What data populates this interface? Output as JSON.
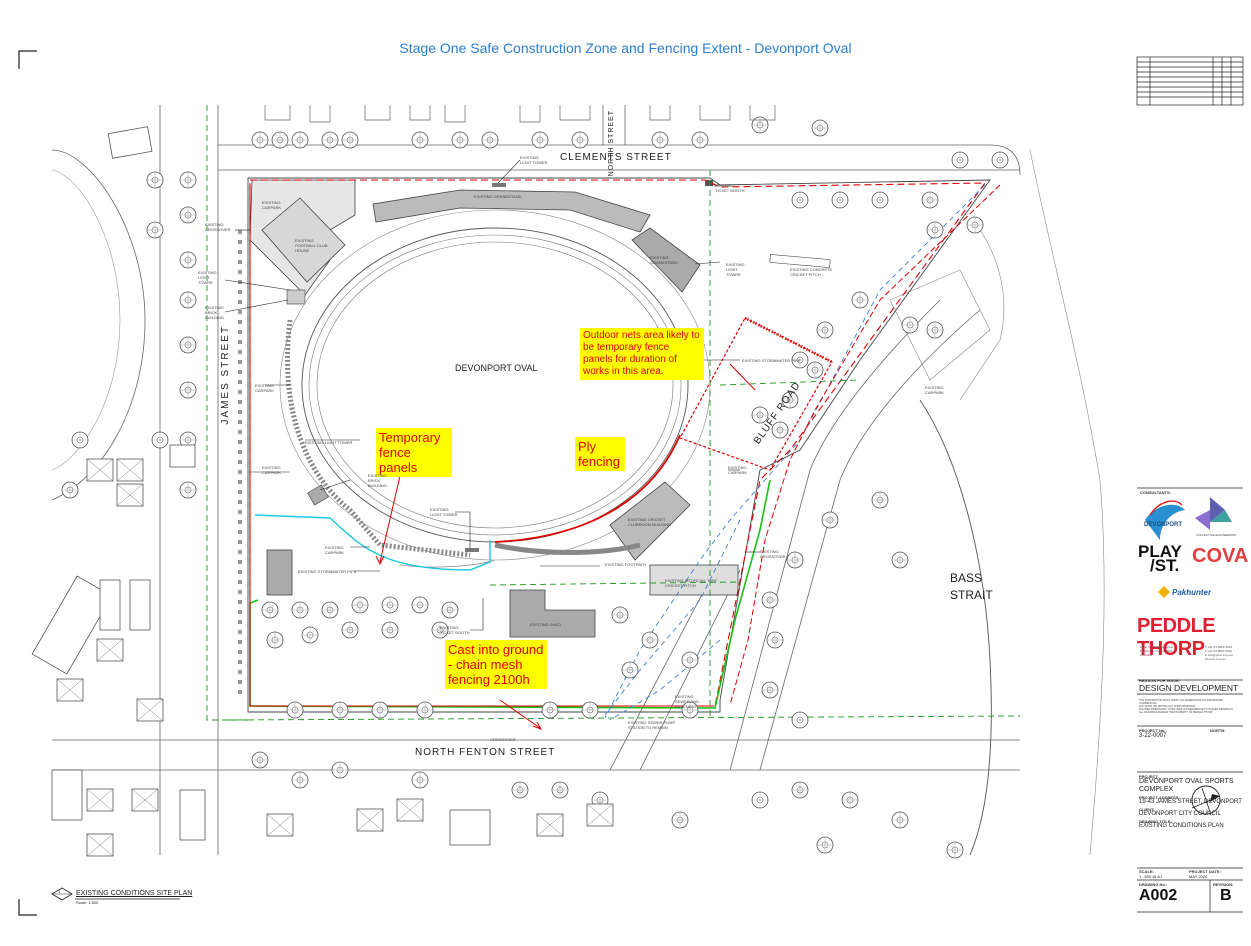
{
  "title": "Stage One Safe Construction Zone and Fencing Extent - Devonport Oval",
  "streets": {
    "clements": "CLEMENTS STREET",
    "north_street": "NORTH STREET",
    "james": "JAMES STREET",
    "north_fenton": "NORTH FENTON STREET",
    "bluff": "BLUFF ROAD"
  },
  "map_labels": {
    "oval": "DEVONPORT OVAL",
    "bass_strait": "BASS STRAIT"
  },
  "annotations": {
    "outdoor_nets": "Outdoor nets area likely to be temporary fence panels for duration of works in this area.",
    "temporary_fence": "Temporary fence panels",
    "ply_fencing": "Ply fencing",
    "cast_into_ground": "Cast into ground - chain mesh fencing 2100h"
  },
  "small_labels": {
    "grandstand": "EXISTING GRANDSTAND",
    "grandstand2": "EXISTING GRANDSTAND",
    "football_club": "EXISTING FOOTBALL CLUB HOUSE",
    "carpark": "EXISTING CARPARK",
    "crossover": "EXISTING CROSSOVER",
    "light_tower": "EXISTING LIGHT TOWER",
    "brick_building": "EXISTING BRICK BUILDING",
    "concrete_cricket": "EXISTING CONCRETE CRICKET PITCH",
    "stormwater": "EXISTING STORMWATER PIPE",
    "ticket_booth": "EXISTING TICKET BOOTH",
    "sheds": "EXISTING SHED",
    "footpath": "EXISTING FOOTPATH",
    "turf_pitch": "EXISTING ARTIFICIAL TURF CRICKET PITCH",
    "sewer": "EXISTING SEWER AND EASEMENT",
    "pump": "EXISTING SEWER PUMP STATION TO REMAIN",
    "clubroom": "EXISTING CRICKET CLUBROOM BUILDING",
    "crossover_s": "CROSSOVER"
  },
  "drawing_label": {
    "number": "1",
    "title": "EXISTING CONDITIONS SITE PLAN",
    "scale": "Scale: 1:500"
  },
  "title_block": {
    "consultants_label": "CONSULTANTS:",
    "devonport_logo": "DEVONPORT",
    "collective": "COLLECTIVE ENGINEERING",
    "playst_1": "PLAY",
    "playst_2": "/ST.",
    "cova": "COVA",
    "third_logo": "Pakhunter",
    "peddle_thorp": "PEDDLE THORP",
    "office_lines": [
      "Level 3, 12 Hobart Street",
      "Melbourne Victoria 3000",
      "Australia"
    ],
    "contact_lines": [
      "T +61 03 9653 3333",
      "F +61 03 9653 3322",
      "E info@ptvic.com.au",
      "W ptvic.com.au"
    ],
    "issue_label": "REASON FOR ISSUE:",
    "issue_value": "DESIGN DEVELOPMENT",
    "notes": [
      "THE CONTRACTOR MUST VERIFY ALL DIMENSIONS ON SITE BEFORE COMMENCING",
      "ANY WORK OR MAKING ANY SHOP DRAWINGS.",
      "FIGURED DIMENSIONS TO BE USED IN PREFERENCE TO SCALED DRAWINGS.",
      "ALL DRAWINGS REMAIN THE PROPERTY OF PEDDLE THORP."
    ],
    "project_no_label": "PROJECT No.:",
    "project_no": "3-22-0007",
    "north_label": "NORTH:",
    "project_label": "PROJECT:",
    "project_lines": [
      "DEVONPORT OVAL SPORTS",
      "COMPLEX"
    ],
    "address_label": "PROJECT ADDRESS:",
    "address": "19-43 JAMES STREET, DEVONPORT",
    "client_label": "CLIENT:",
    "client": "DEVONPORT CITY COUNCIL",
    "drawing_title_label": "DRAWING TITLE:",
    "drawing_title": "EXISTING CONDITIONS PLAN",
    "scale_label": "SCALE:",
    "scale": "1 : 500 @ A1",
    "date_label": "PROJECT DATE:",
    "date": "MAY 2020",
    "drawing_no_label": "DRAWING No.:",
    "drawing_no": "A002",
    "revision_label": "REVISION:",
    "revision": "B"
  }
}
